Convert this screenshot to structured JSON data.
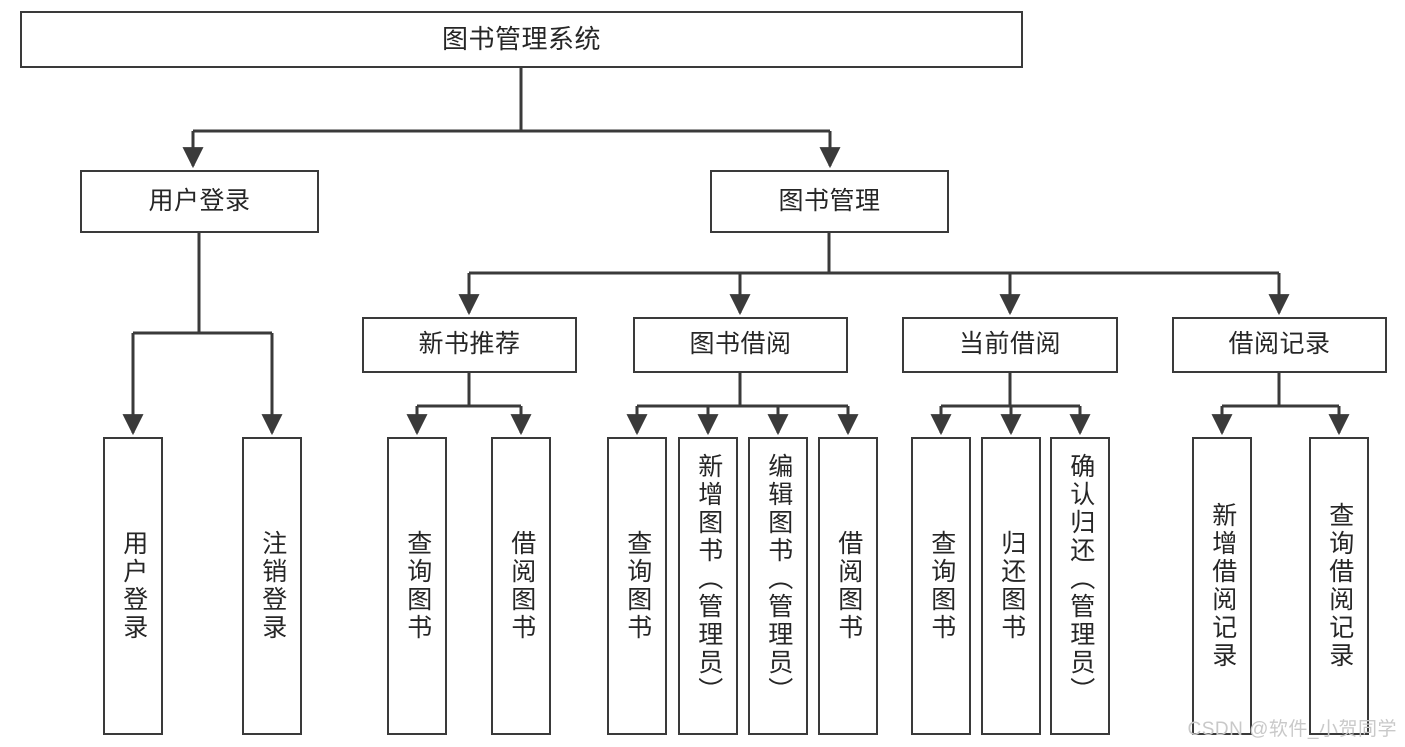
{
  "diagram": {
    "title": "图书管理系统",
    "type": "tree",
    "stroke_color": "#3a3a3a",
    "text_color": "#262626",
    "background": "#ffffff"
  },
  "nodes": {
    "root": {
      "label": "图书管理系统"
    },
    "level2": [
      {
        "label": "用户登录"
      },
      {
        "label": "图书管理"
      }
    ],
    "level3": [
      {
        "label": "新书推荐"
      },
      {
        "label": "图书借阅"
      },
      {
        "label": "当前借阅"
      },
      {
        "label": "借阅记录"
      }
    ],
    "leaves": {
      "user_login": [
        {
          "label": "用户登录"
        },
        {
          "label": "注销登录"
        }
      ],
      "new_book": [
        {
          "label": "查询图书"
        },
        {
          "label": "借阅图书"
        }
      ],
      "book_borrow": [
        {
          "label": "查询图书"
        },
        {
          "label": "新增图书（管理员）"
        },
        {
          "label": "编辑图书（管理员）"
        },
        {
          "label": "借阅图书"
        }
      ],
      "current_borrow": [
        {
          "label": "查询图书"
        },
        {
          "label": "归还图书"
        },
        {
          "label": "确认归还（管理员）"
        }
      ],
      "borrow_record": [
        {
          "label": "新增借阅记录"
        },
        {
          "label": "查询借阅记录"
        }
      ]
    }
  },
  "watermark": {
    "text": "CSDN @软件_小贺同学"
  }
}
